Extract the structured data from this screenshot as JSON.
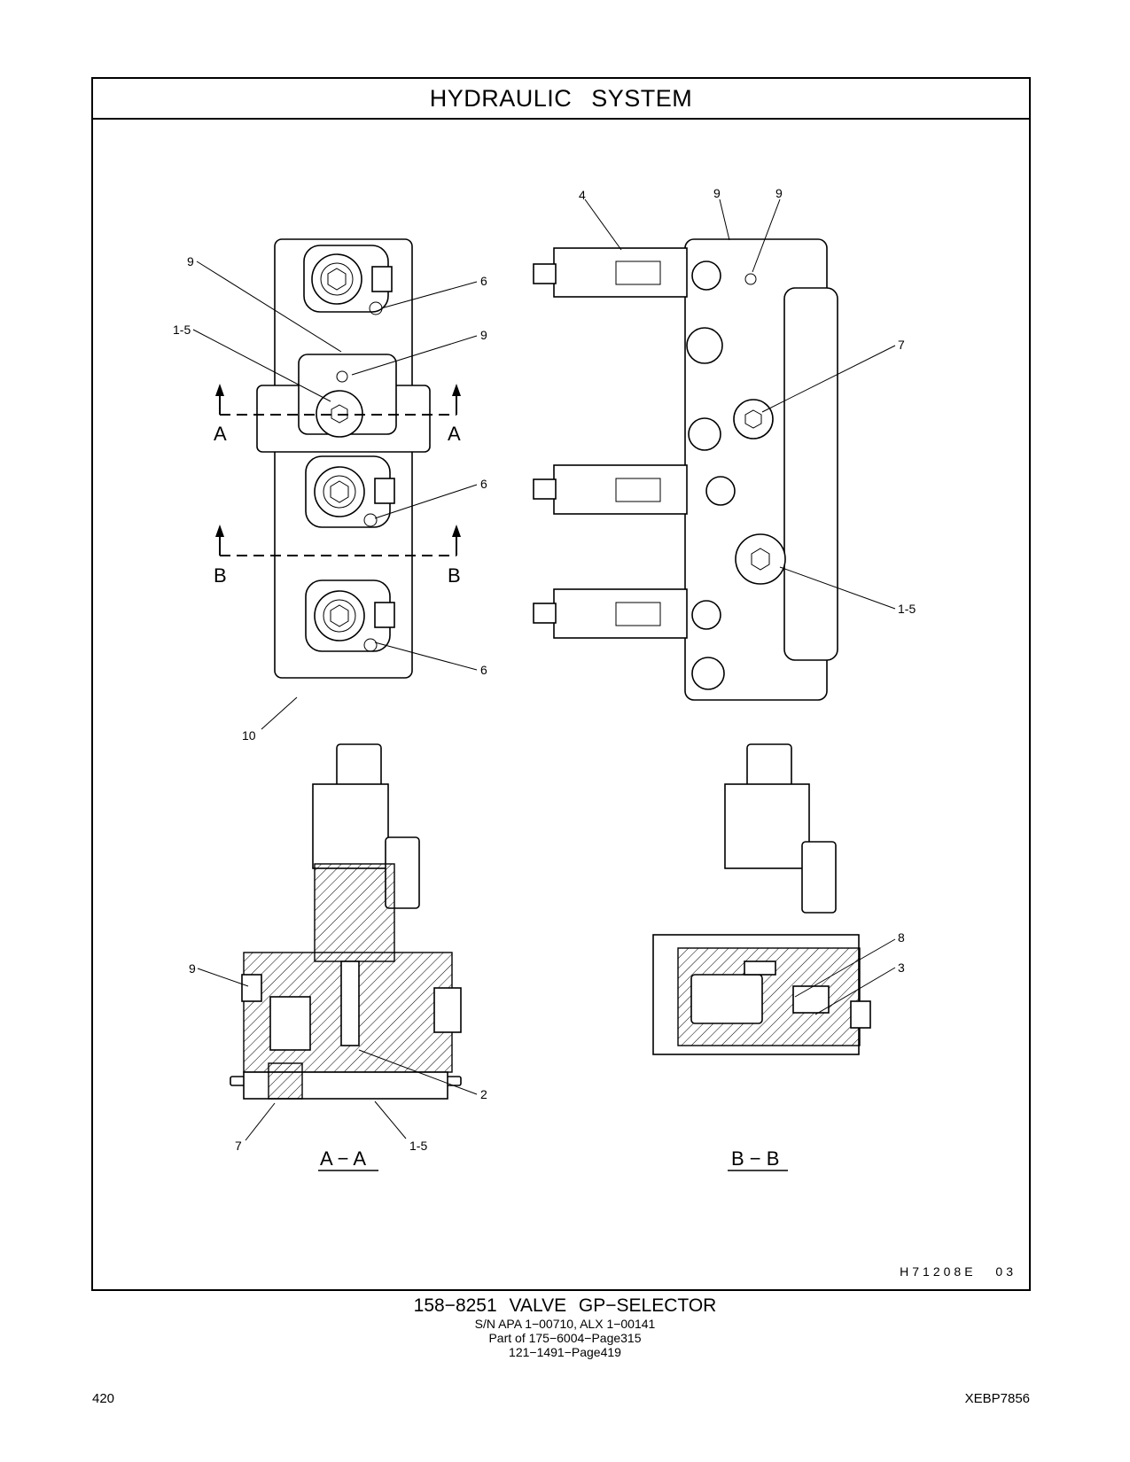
{
  "header": {
    "title": "HYDRAULIC   SYSTEM"
  },
  "drawing": {
    "callouts": [
      "9",
      "1-5",
      "9",
      "6",
      "6",
      "6",
      "10",
      "4",
      "9",
      "9",
      "7",
      "1-5",
      "9",
      "2",
      "7",
      "1-5",
      "8",
      "3"
    ],
    "section_markers": [
      "A",
      "A",
      "B",
      "B"
    ],
    "section_views": [
      "A − A",
      "B − B"
    ],
    "reference_code": "H71208E   03"
  },
  "caption": {
    "part": "158−8251   VALVE  GP−SELECTOR",
    "serial": "S/N APA 1−00710, ALX 1−00141",
    "part_of": "Part of 175−6004−Page315",
    "ref": "121−1491−Page419"
  },
  "footer": {
    "page_number": "420",
    "document_id": "XEBP7856"
  }
}
